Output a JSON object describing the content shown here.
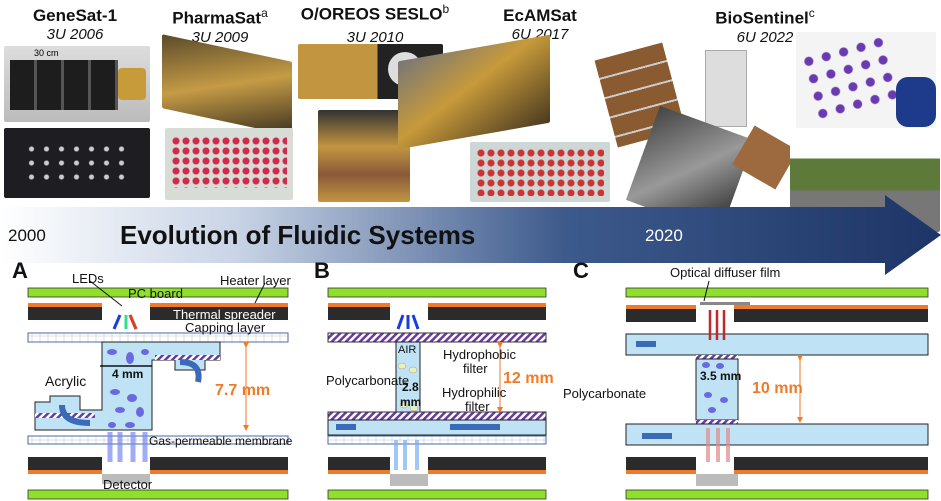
{
  "satellites": [
    {
      "name": "GeneSat-1",
      "sup": "",
      "form": "3U",
      "year": "2006",
      "scale": "30 cm"
    },
    {
      "name": "PharmaSat",
      "sup": "a",
      "form": "3U",
      "year": "2009"
    },
    {
      "name": "O/OREOS SESLO",
      "sup": "b",
      "form": "3U",
      "year": "2010"
    },
    {
      "name": "EcAMSat",
      "sup": "",
      "form": "6U",
      "year": "2017"
    },
    {
      "name": "BioSentinel",
      "sup": "c",
      "form": "6U",
      "year": "2022"
    }
  ],
  "timeline": {
    "start": "2000",
    "title": "Evolution of Fluidic Systems",
    "end": "2020"
  },
  "panel_a": {
    "letter": "A",
    "leds": "LEDs",
    "heater": "Heater layer",
    "pc_board": "PC board",
    "thermal": "Thermal spreader",
    "capping": "Capping layer",
    "width": "4 mm",
    "material": "Acrylic",
    "height": "7.7 mm",
    "membrane": "Gas-permeable membrane",
    "detector": "Detector"
  },
  "panel_b": {
    "letter": "B",
    "air": "AIR",
    "hydrophobic": "Hydrophobic",
    "hydrophobic2": "filter",
    "material": "Polycarbonate",
    "width1": "2.8",
    "width2": "mm",
    "hydrophilic": "Hydrophilic",
    "hydrophilic2": "filter",
    "height": "12 mm"
  },
  "panel_c": {
    "letter": "C",
    "diffuser": "Optical diffuser film",
    "material": "Polycarbonate",
    "width": "3.5 mm",
    "height": "10 mm"
  },
  "colors": {
    "green": "#8ee02a",
    "orange": "#f07a28",
    "dark": "#2b2b2b",
    "fluid": "#bfe3f5",
    "arrow": "#1f3c6e"
  }
}
